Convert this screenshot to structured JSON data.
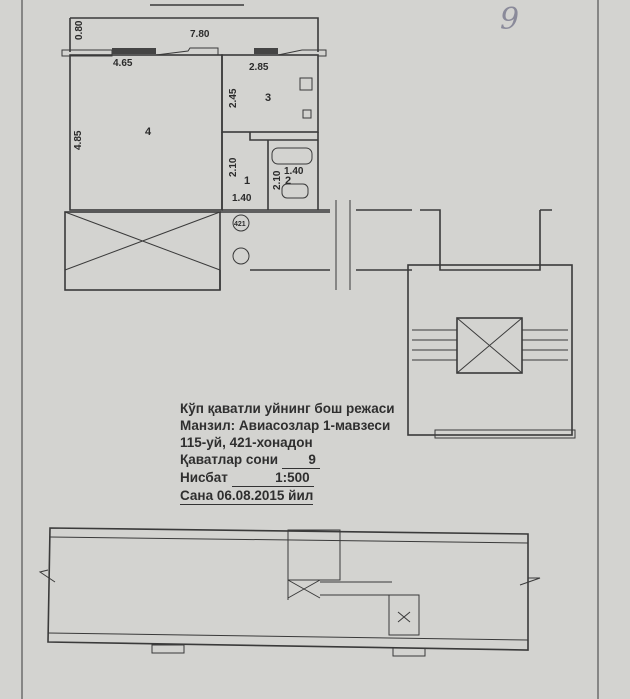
{
  "handwritten_mark": "9",
  "plan": {
    "dimensions": {
      "balcony_length": "7.80",
      "balcony_depth": "0.80",
      "room4_width": "4.65",
      "room4_length": "4.85",
      "room3_width": "2.85",
      "room3_length": "2.45",
      "hall_length": "2.10",
      "hall_width": "1.40",
      "bath_length": "2.10",
      "bath_width": "1.40"
    },
    "rooms": [
      "1",
      "2",
      "3",
      "4"
    ],
    "apartment_tag": "421"
  },
  "caption": {
    "title": "Кўп қаватли уйнинг бош режаси",
    "address": "Манзил: Авиасозлар 1-мавзеси",
    "building": "115-уй, 421-хонадон",
    "floors_label": "Қаватлар сони",
    "floors_value": "9",
    "scale_label": "Нисбат",
    "scale_value": "1:500",
    "date": "Сана 06.08.2015 йил"
  }
}
